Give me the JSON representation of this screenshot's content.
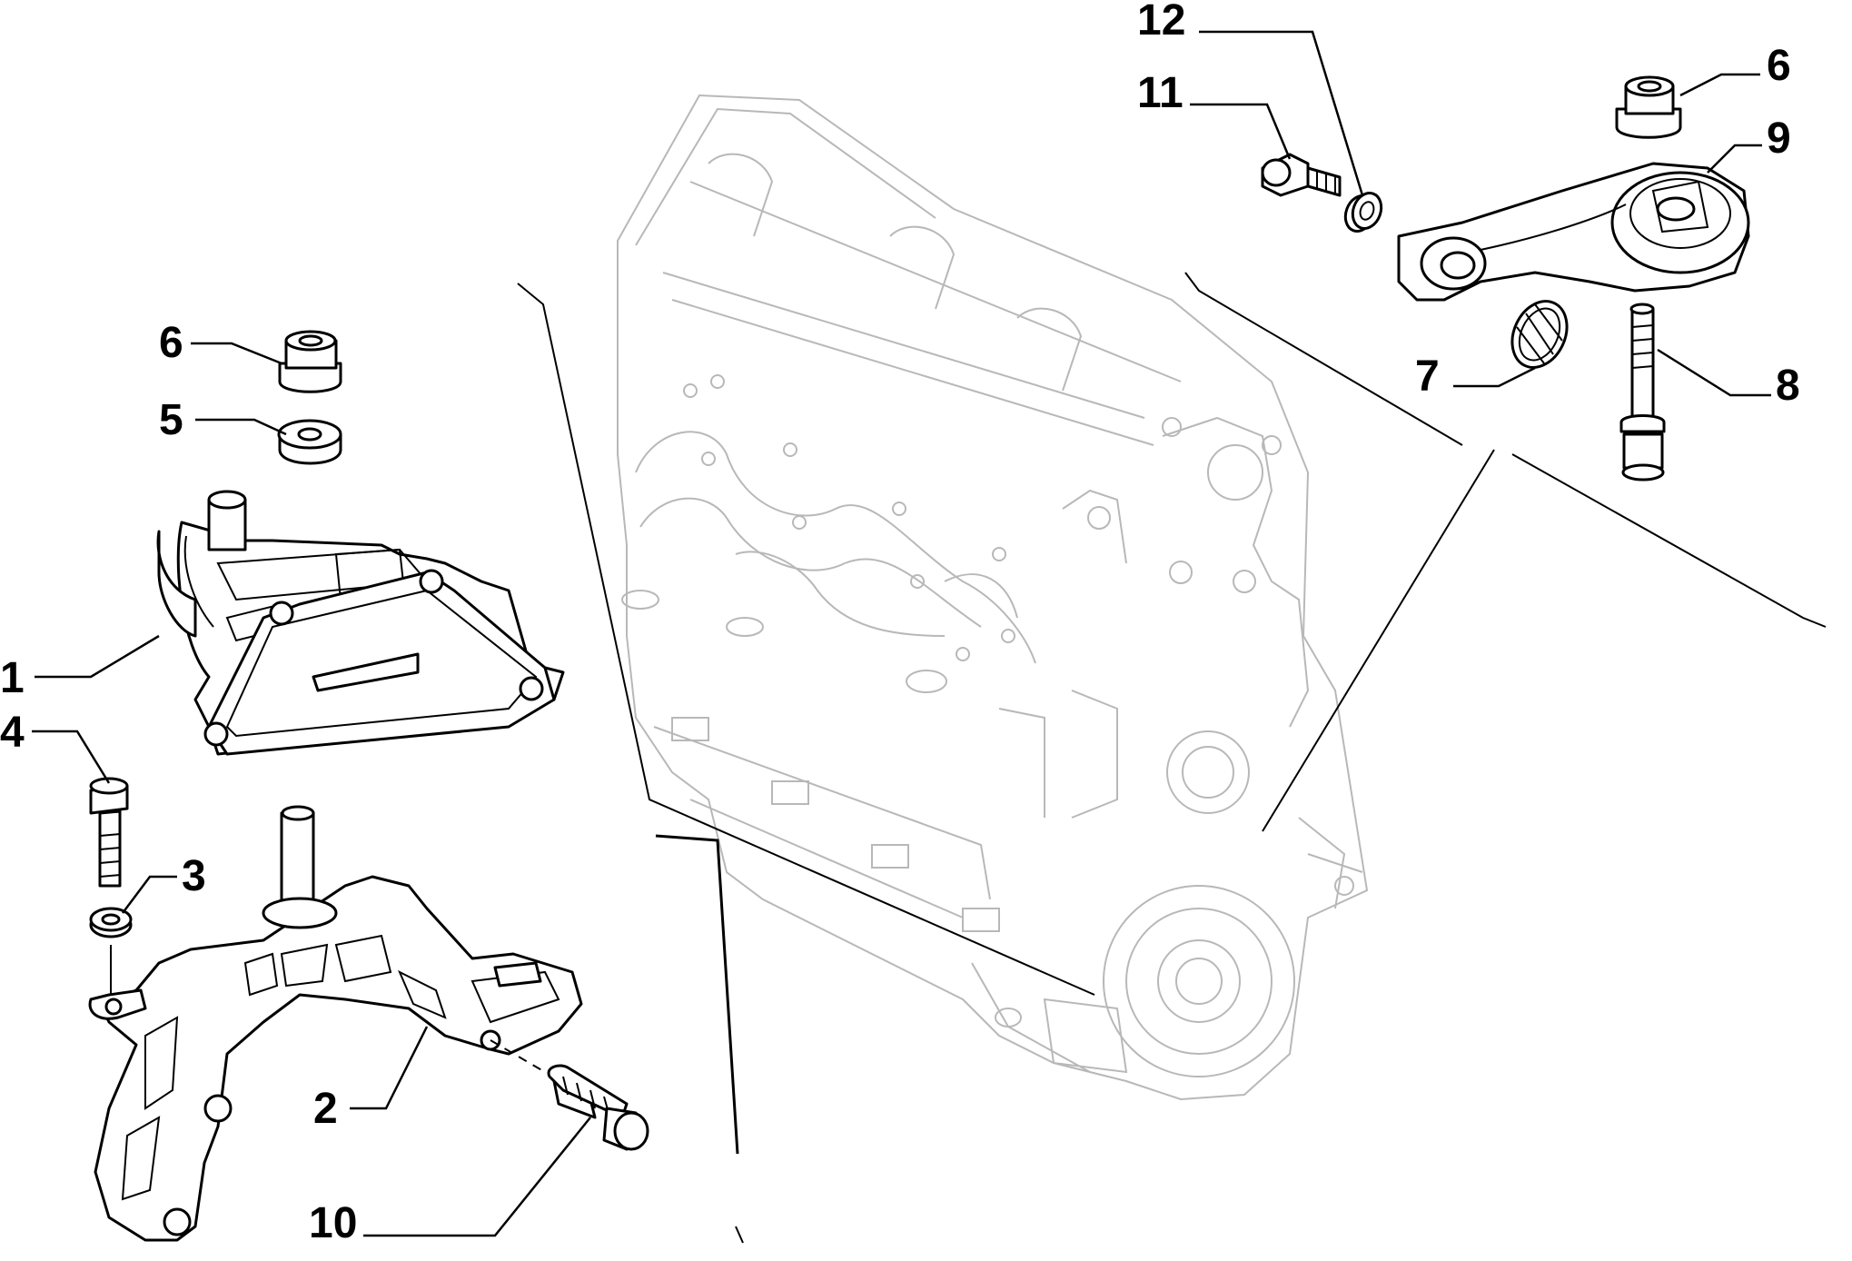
{
  "callouts": [
    {
      "id": "1",
      "label": "1"
    },
    {
      "id": "2",
      "label": "2"
    },
    {
      "id": "3",
      "label": "3"
    },
    {
      "id": "4",
      "label": "4"
    },
    {
      "id": "5",
      "label": "5"
    },
    {
      "id": "6a",
      "label": "6"
    },
    {
      "id": "6b",
      "label": "6"
    },
    {
      "id": "7",
      "label": "7"
    },
    {
      "id": "8",
      "label": "8"
    },
    {
      "id": "9",
      "label": "9"
    },
    {
      "id": "10",
      "label": "10"
    },
    {
      "id": "11",
      "label": "11"
    },
    {
      "id": "12",
      "label": "12"
    }
  ],
  "colors": {
    "ink": "#000000",
    "engine_outline": "#b8b8b8",
    "background": "#ffffff"
  }
}
